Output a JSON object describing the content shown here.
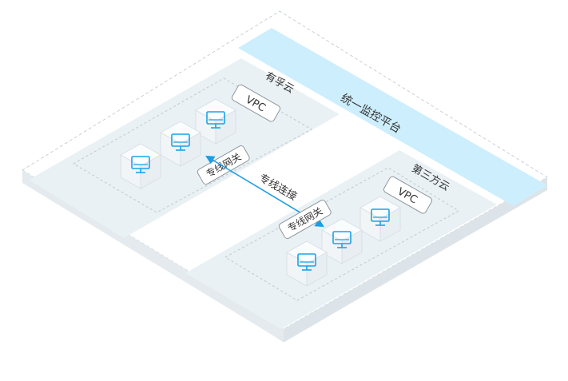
{
  "platform": {
    "label": "统一监控平台"
  },
  "cloud_a": {
    "label": "有孚云",
    "vpc_label": "VPC",
    "gateway_label": "专线网关",
    "servers": [
      {
        "icon": "monitor-icon"
      },
      {
        "icon": "monitor-icon"
      },
      {
        "icon": "monitor-icon"
      }
    ]
  },
  "cloud_b": {
    "label": "第三方云",
    "vpc_label": "VPC",
    "gateway_label": "专线网关",
    "servers": [
      {
        "icon": "monitor-icon"
      },
      {
        "icon": "monitor-icon"
      },
      {
        "icon": "monitor-icon"
      }
    ]
  },
  "connection": {
    "label": "专线连接"
  },
  "colors": {
    "platform_band": "#cdeefc",
    "zone_fill": "#eaf1f5",
    "accent": "#1a9ee6",
    "icon": "#1aa3e8"
  }
}
